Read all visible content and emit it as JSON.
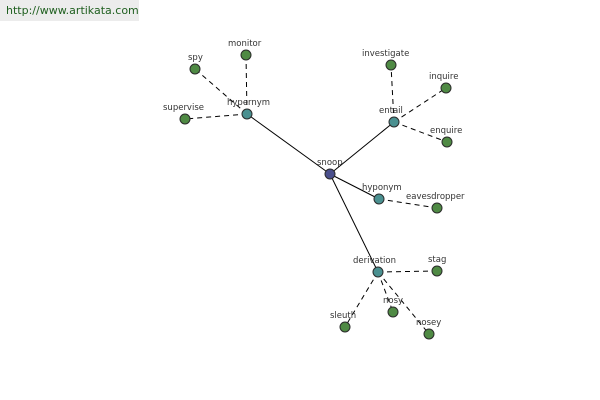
{
  "banner": {
    "url": "http://www.artikata.com"
  },
  "colors": {
    "center_node": "#4a4f8c",
    "relation_node": "#4a9090",
    "word_node": "#4f8a44",
    "edge": "#000000",
    "banner_bg": "#ececec",
    "banner_text": "#1f5f1f"
  },
  "graph": {
    "center": {
      "id": "snoop",
      "label": "snoop"
    },
    "relations": [
      {
        "id": "hypernym",
        "label": "hypernym",
        "words": [
          "spy",
          "monitor",
          "supervise"
        ]
      },
      {
        "id": "entail",
        "label": "entail",
        "words": [
          "investigate",
          "inquire",
          "enquire"
        ]
      },
      {
        "id": "hyponym",
        "label": "hyponym",
        "words": [
          "eavesdropper"
        ]
      },
      {
        "id": "derivation",
        "label": "derivation",
        "words": [
          "stag",
          "sleuth",
          "nosy",
          "nosey"
        ]
      }
    ]
  }
}
